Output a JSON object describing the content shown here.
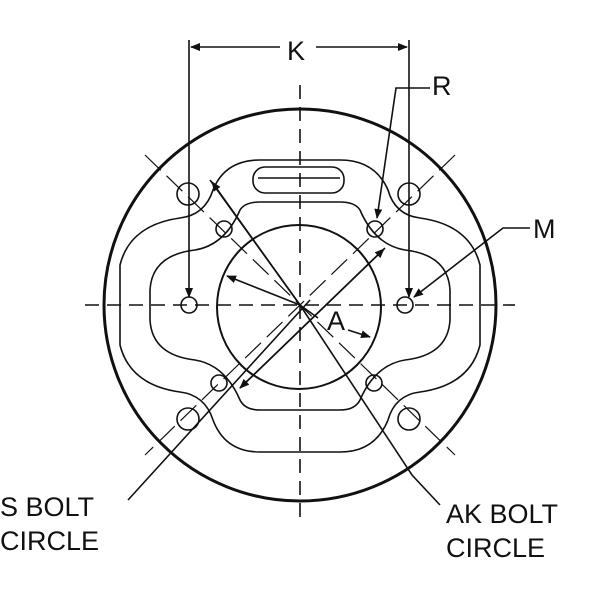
{
  "labels": {
    "k": "K",
    "r": "R",
    "m": "M",
    "a": "A",
    "s_bolt_line1": "S BOLT",
    "s_bolt_line2": "CIRCLE",
    "ak_bolt_line1": "AK BOLT",
    "ak_bolt_line2": "CIRCLE"
  },
  "colors": {
    "line": "#111111",
    "background": "#ffffff"
  }
}
